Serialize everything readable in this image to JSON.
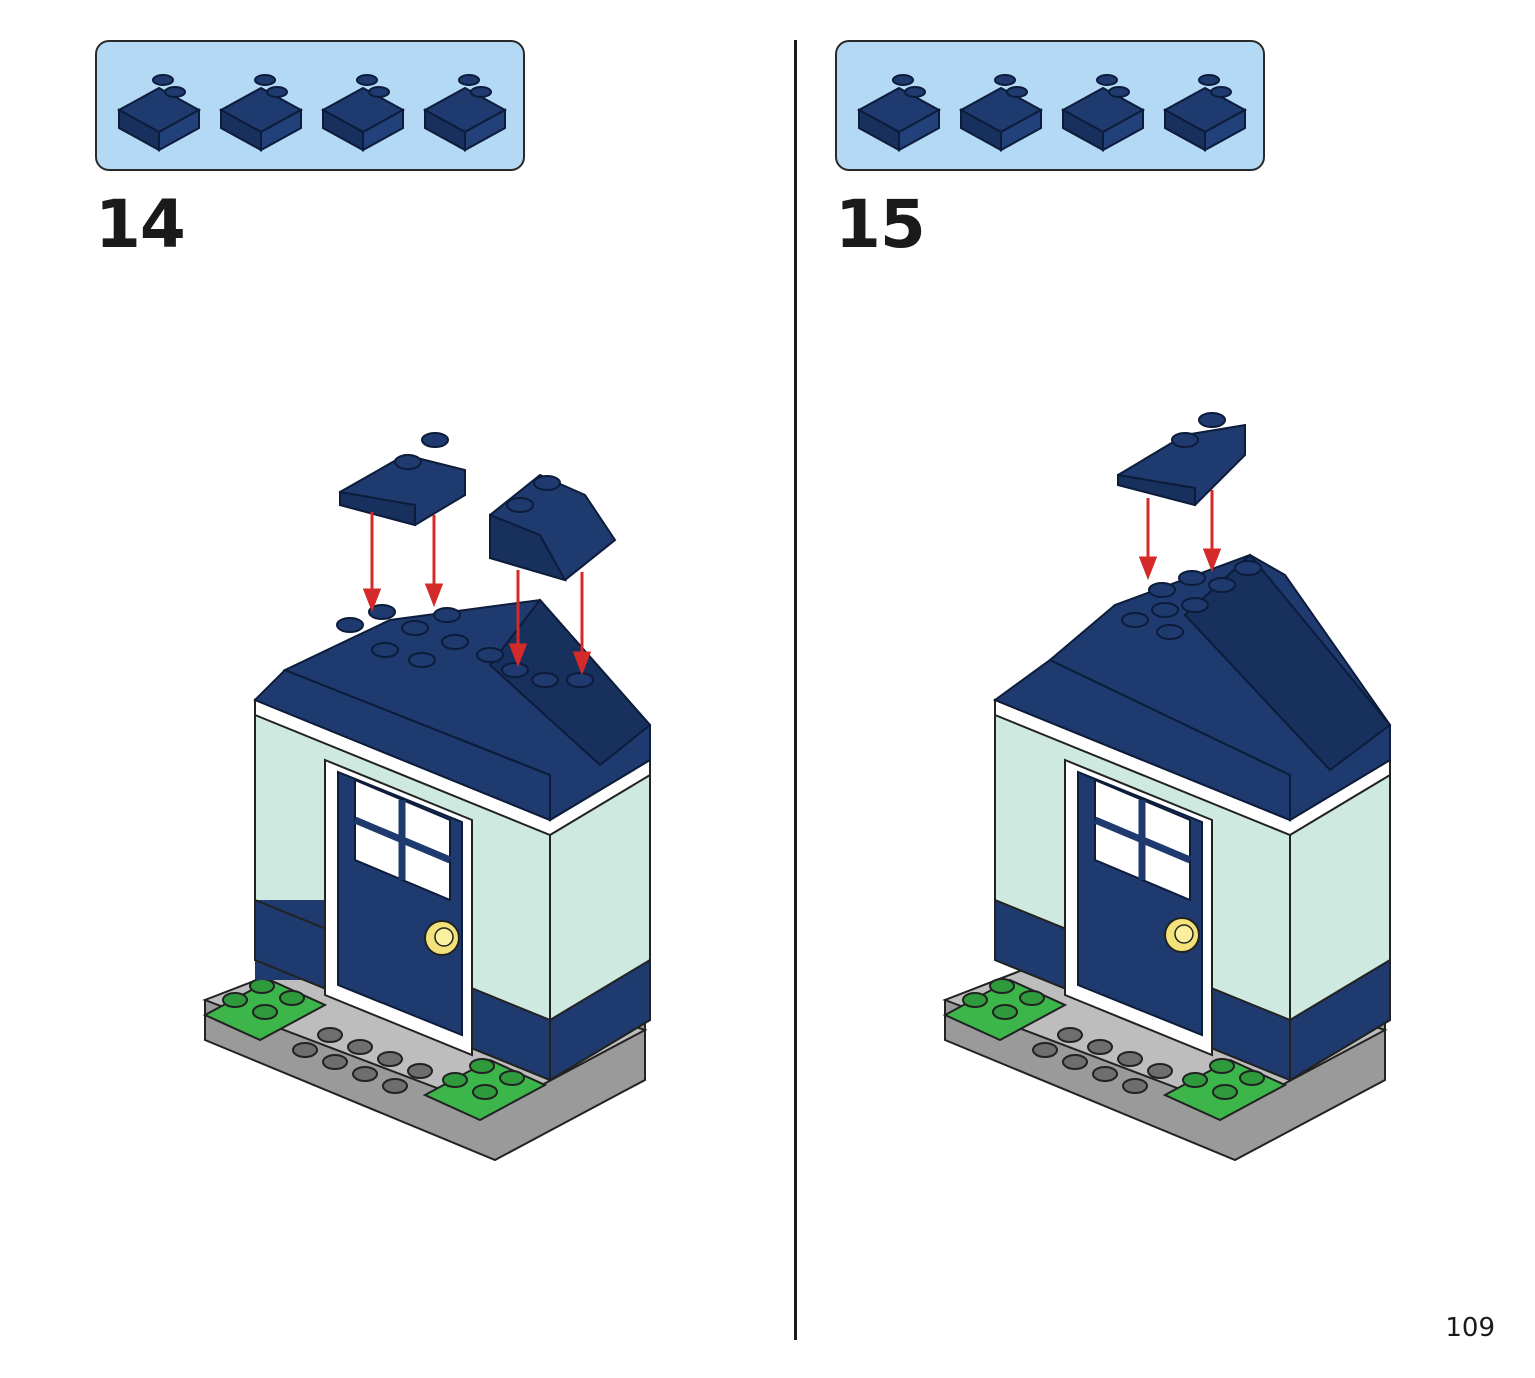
{
  "steps": [
    {
      "number": "14",
      "part_icon": "slope-brick-2x2-icon",
      "part_count": 4,
      "part_color": "#1e3a6e"
    },
    {
      "number": "15",
      "part_icon": "slope-brick-2x2-icon",
      "part_count": 4,
      "part_color": "#1e3a6e"
    }
  ],
  "page_number": "109",
  "colors": {
    "navy": "#1e3a6e",
    "navy_dark": "#14295a",
    "mint": "#cde9e0",
    "green": "#3cb54a",
    "gray": "#8c8c8c",
    "parts_bg": "#b3d9f5",
    "arrow": "#d42a2a",
    "knob": "#f3e27a"
  }
}
